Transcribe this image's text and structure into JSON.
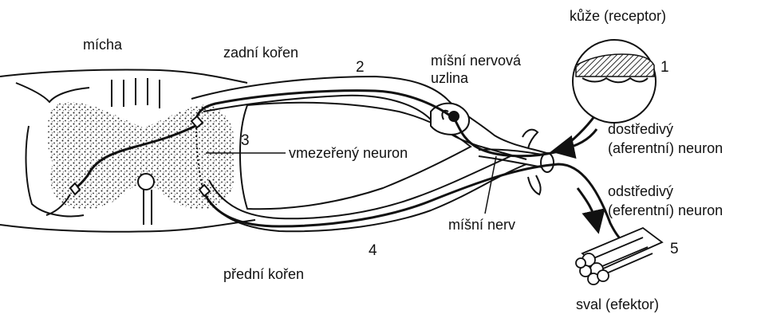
{
  "labels": {
    "micha": "mícha",
    "zadni_koren": "zadní kořen",
    "predni_koren": "přední kořen",
    "uzlina_line1": "míšní nervová",
    "uzlina_line2": "uzlina",
    "kuze": "kůže (receptor)",
    "dostredivy_line1": "dostředivý",
    "dostredivy_line2": "(aferentní) neuron",
    "odstredivy_line1": "odstředivý",
    "odstredivy_line2": "(eferentní) neuron",
    "vmezereny": "vmezeřený neuron",
    "misni_nerv": "míšní nerv",
    "sval": "sval (efektor)"
  },
  "numbers": {
    "n1": "1",
    "n2": "2",
    "n3": "3",
    "n4": "4",
    "n5": "5"
  },
  "colors": {
    "ink": "#111111",
    "background": "#ffffff"
  }
}
